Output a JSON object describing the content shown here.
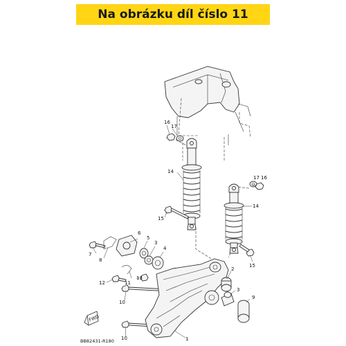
{
  "banner": {
    "title": "Na obrázku díl číslo 11",
    "color": "#ffd514"
  },
  "callouts": {
    "c1": "1",
    "c2": "2",
    "c3a": "3",
    "c3b": "3",
    "c4": "4",
    "c5": "5",
    "c6": "6",
    "c7": "7",
    "c8": "8",
    "c9": "9",
    "c10a": "10",
    "c10b": "10",
    "c11": "11",
    "c12": "12",
    "c13": "13",
    "c14a": "14",
    "c14b": "14",
    "c15a": "15",
    "c15b": "15",
    "c16a": "16",
    "c16b": "16",
    "c17a": "17",
    "c17b": "17"
  },
  "fwd_label": "FWD",
  "diagram_code": "BB82431-R180"
}
